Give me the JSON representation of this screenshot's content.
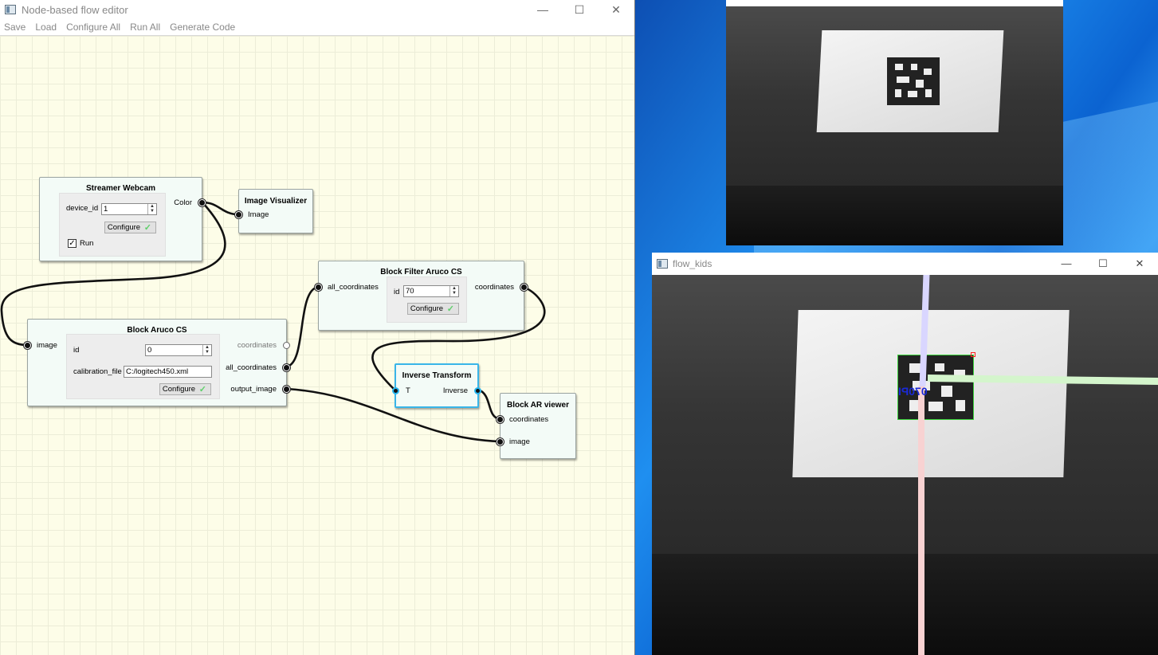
{
  "editor": {
    "title": "Node-based flow editor",
    "window_controls": [
      "—",
      "☐",
      "✕"
    ],
    "menu": [
      "Save",
      "Load",
      "Configure All",
      "Run All",
      "Generate Code"
    ]
  },
  "nodes": {
    "streamer": {
      "title": "Streamer Webcam",
      "output_color": "Color",
      "device_id_label": "device_id",
      "device_id_value": "1",
      "configure_label": "Configure",
      "run_label": "Run",
      "run_checked": "✓"
    },
    "visualizer": {
      "title": "Image Visualizer",
      "input_image": "Image"
    },
    "filter": {
      "title": "Block Filter Aruco CS",
      "input_all_coordinates": "all_coordinates",
      "output_coordinates": "coordinates",
      "id_label": "id",
      "id_value": "70",
      "configure_label": "Configure"
    },
    "aruco": {
      "title": "Block Aruco CS",
      "input_image": "image",
      "output_coordinates": "coordinates",
      "output_all_coordinates": "all_coordinates",
      "output_image": "output_image",
      "id_label": "id",
      "id_value": "0",
      "calibration_label": "calibration_file",
      "calibration_value": "C:/logitech450.xml",
      "configure_label": "Configure"
    },
    "inverse": {
      "title": "Inverse Transform",
      "input_t": "T",
      "output_inverse": "Inverse"
    },
    "ar_viewer": {
      "title": "Block AR viewer",
      "input_coordinates": "coordinates",
      "input_image": "image"
    }
  },
  "camera_window_2": {
    "title": "flow_kids",
    "window_controls": [
      "—",
      "☐",
      "✕"
    ],
    "marker_label": "070PI"
  },
  "colors": {
    "canvas_bg": "#fdfde8",
    "node_bg": "#f3fbf7",
    "selected_border": "#39b5e8",
    "check_green": "#5fcf6a"
  },
  "icons": {
    "config_ok": "✓",
    "spin_up": "▲",
    "spin_down": "▼"
  }
}
